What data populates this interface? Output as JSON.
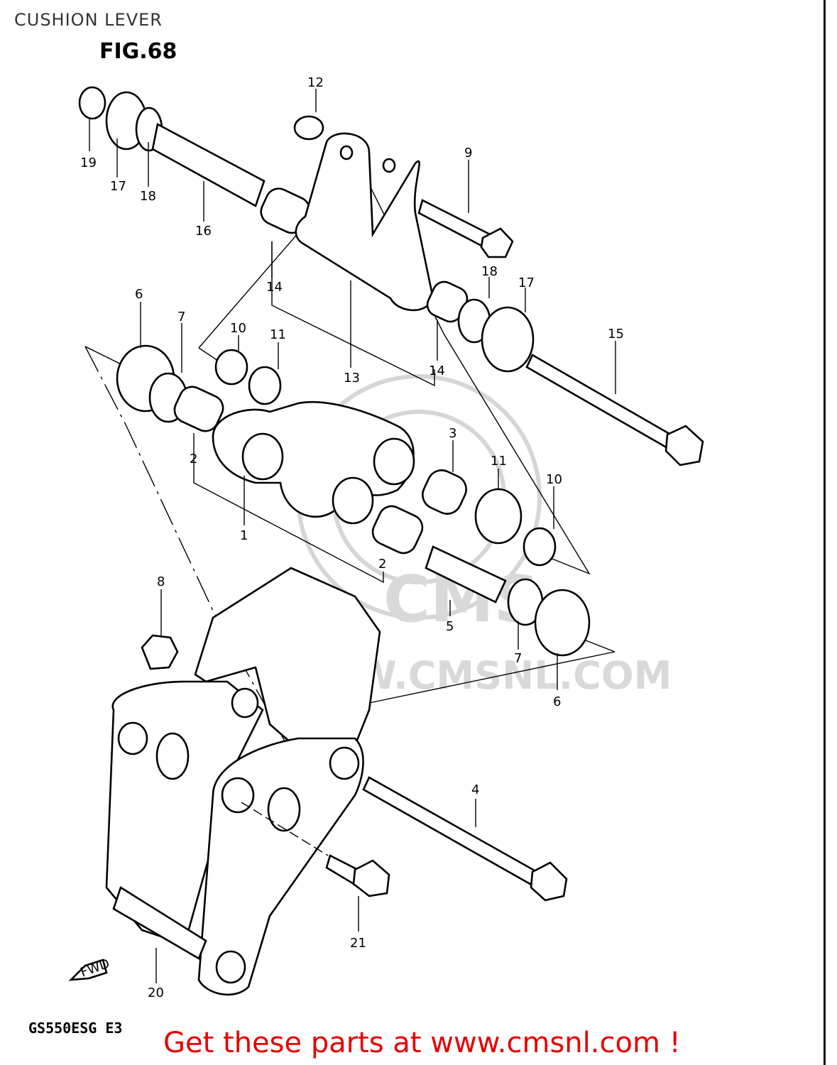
{
  "header": {
    "title": "CUSHION LEVER",
    "figure": "FIG.68"
  },
  "watermark": {
    "logo_text": "CMS",
    "url_text": "WWW.CMSNL.COM"
  },
  "callouts": [
    "1",
    "2",
    "2",
    "3",
    "4",
    "5",
    "6",
    "6",
    "7",
    "7",
    "8",
    "9",
    "10",
    "10",
    "11",
    "11",
    "12",
    "13",
    "14",
    "14",
    "15",
    "16",
    "17",
    "17",
    "18",
    "18",
    "19",
    "20",
    "21"
  ],
  "fwd_label": "FWD",
  "footer": {
    "model": "GS550ESG  E3",
    "promo": "Get these parts at www.cmsnl.com !"
  }
}
